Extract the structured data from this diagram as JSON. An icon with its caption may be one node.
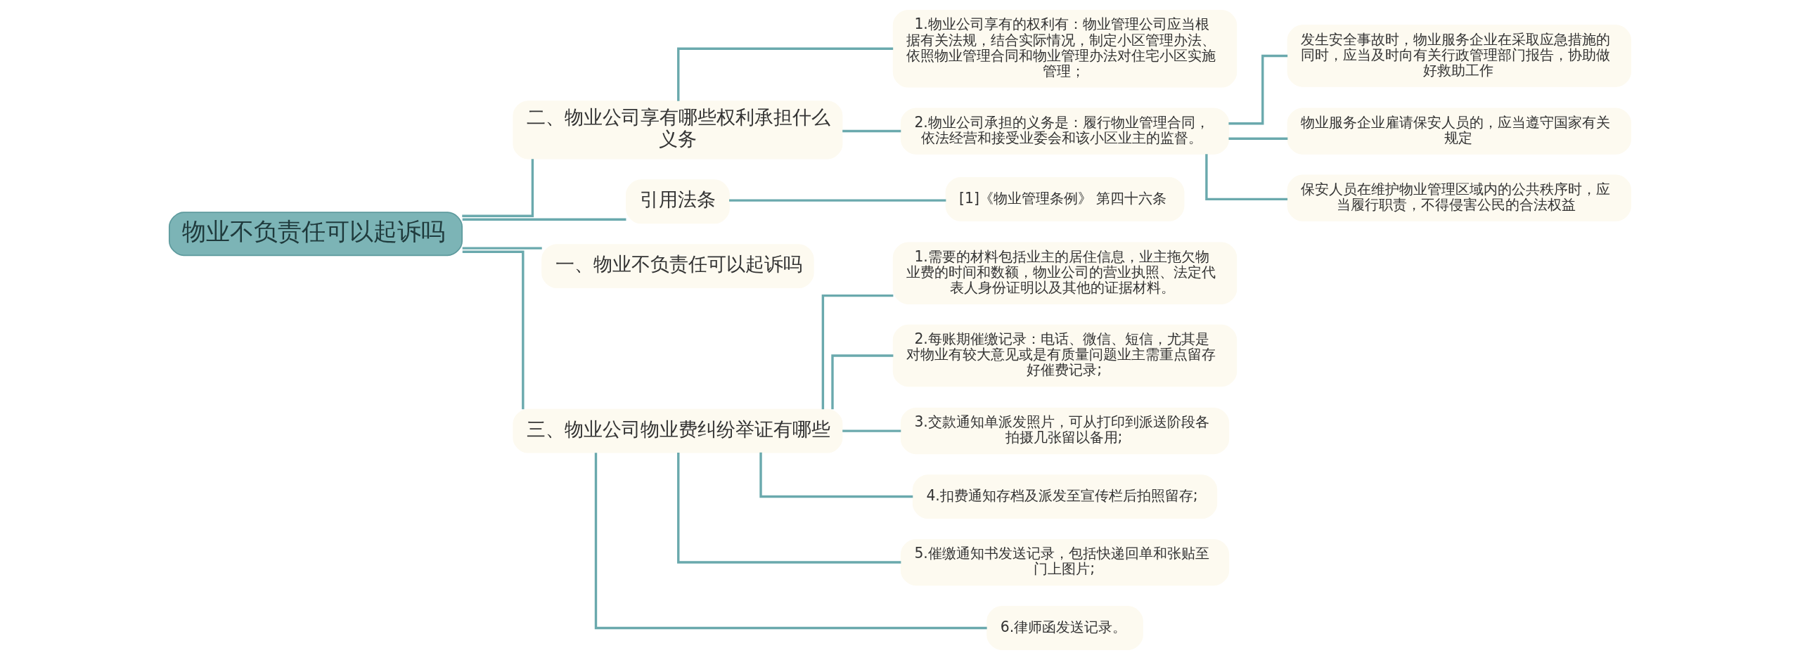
{
  "diagram": {
    "nodes": [
      {
        "text": [
          "物业不负责任可以起诉吗"
        ]
      },
      {
        "text": [
          "二、物业公司享有哪些权利承担什么义务"
        ]
      },
      {
        "text": [
          "1.物业公司享有的权利有：物业管理公司应当根据有关法规，结合实际情况，制定小区管理办法、依照物业管理合同和物业管理办法对住宅小区实施管理；"
        ]
      },
      {
        "text": [
          "2.物业公司承担的义务是：履行物业管理合同，依法经营和接受业委会和该小区业主的监督。"
        ]
      },
      {
        "text": [
          "发生安全事故时，物业服务企业在采取应急措施的同时，应当及时向有关行政管理部门报告，协助做好救助工作"
        ]
      },
      {
        "text": [
          "物业服务企业雇请保安人员的，应当遵守国家有关规定"
        ]
      },
      {
        "text": [
          "保安人员在维护物业管理区域内的公共秩序时，应当履行职责，不得侵害公民的合法权益"
        ]
      },
      {
        "text": [
          "引用法条"
        ]
      },
      {
        "text": [
          "[1]《物业管理条例》 第四十六条"
        ]
      },
      {
        "text": [
          "一、物业不负责任可以起诉吗"
        ]
      },
      {
        "text": [
          "三、物业公司物业费纠纷举证有哪些"
        ]
      },
      {
        "text": [
          "1.需要的材料包括业主的居住信息，业主拖欠物业费的时间和数额，物业公司的营业执照、法定代表人身份证明以及其他的证据材料。"
        ]
      },
      {
        "text": [
          "2.每账期催缴记录：电话、微信、短信，尤其是对物业有较大意见或是有质量问题业主需重点留存好催费记录;"
        ]
      },
      {
        "text": [
          "3.交款通知单派发照片，可从打印到派送阶段各拍摄几张留以备用;"
        ]
      },
      {
        "text": [
          "4.扣费通知存档及派发至宣传栏后拍照留存;"
        ]
      },
      {
        "text": [
          "5.催缴通知书发送记录，包括快递回单和张贴至门上图片;"
        ]
      },
      {
        "text": [
          "6.律师函发送记录。"
        ]
      }
    ],
    "edges": [
      {
        "from": 0,
        "to": 1,
        "arrow": "none"
      },
      {
        "from": 1,
        "to": 2,
        "arrow": "none"
      },
      {
        "from": 1,
        "to": 3,
        "arrow": "none"
      },
      {
        "from": 3,
        "to": 4,
        "arrow": "none"
      },
      {
        "from": 3,
        "to": 5,
        "arrow": "none"
      },
      {
        "from": 3,
        "to": 6,
        "arrow": "none"
      },
      {
        "from": 0,
        "to": 7,
        "arrow": "none"
      },
      {
        "from": 7,
        "to": 8,
        "arrow": "none"
      },
      {
        "from": 0,
        "to": 9,
        "arrow": "none"
      },
      {
        "from": 0,
        "to": 10,
        "arrow": "none"
      },
      {
        "from": 10,
        "to": 11,
        "arrow": "none"
      },
      {
        "from": 10,
        "to": 12,
        "arrow": "none"
      },
      {
        "from": 10,
        "to": 13,
        "arrow": "none"
      },
      {
        "from": 10,
        "to": 14,
        "arrow": "none"
      },
      {
        "from": 10,
        "to": 15,
        "arrow": "none"
      },
      {
        "from": 10,
        "to": 16,
        "arrow": "none"
      }
    ]
  }
}
